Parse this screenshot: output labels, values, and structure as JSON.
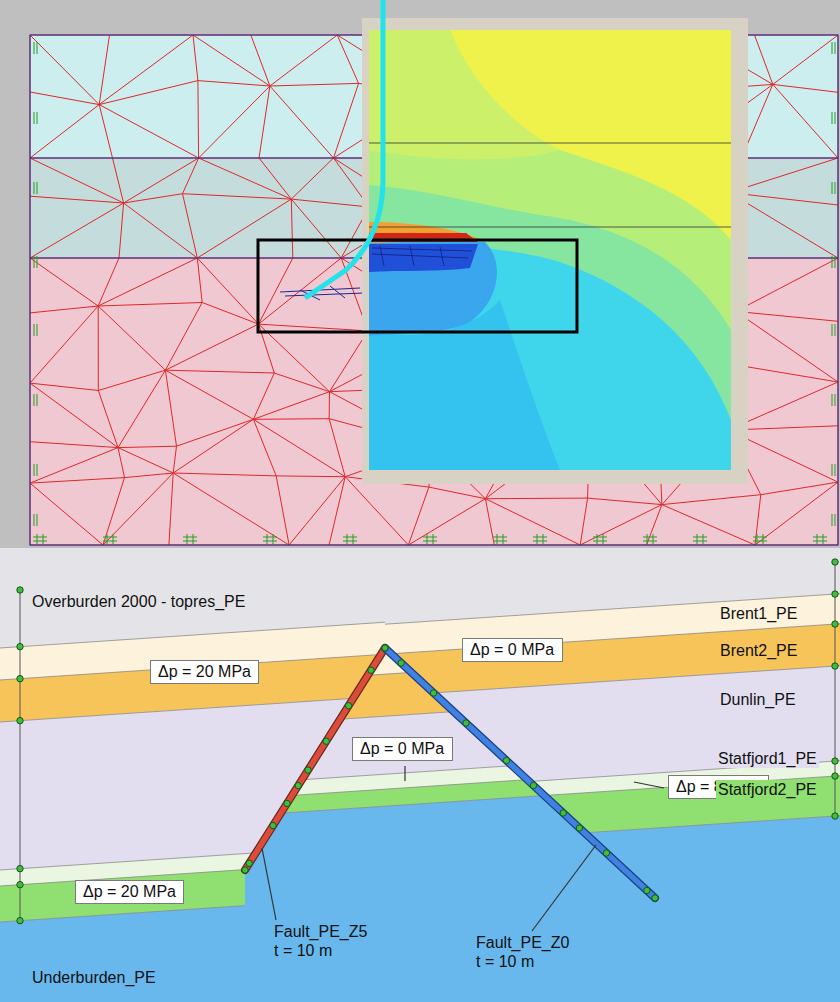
{
  "diagram": {
    "nodes": [
      {
        "text": [
          "Δp = 20 MPa"
        ]
      },
      {
        "text": [
          "Δp = 0 MPa"
        ]
      },
      {
        "text": [
          "Δp = 0 MPa"
        ]
      },
      {
        "text": [
          "Δp = 20 MPa"
        ]
      },
      {
        "text": [
          "Δp = 8 MPa"
        ]
      }
    ],
    "labels": [
      "Overburden 2000 - topres_PE",
      "Brent1_PE",
      "Brent2_PE",
      "Dunlin_PE",
      "Statfjord1_PE",
      "Statfjord2_PE",
      "Fault_PE_Z5",
      "t = 10 m",
      "Fault_PE_Z0",
      "t = 10 m",
      "Underburden_PE"
    ]
  }
}
